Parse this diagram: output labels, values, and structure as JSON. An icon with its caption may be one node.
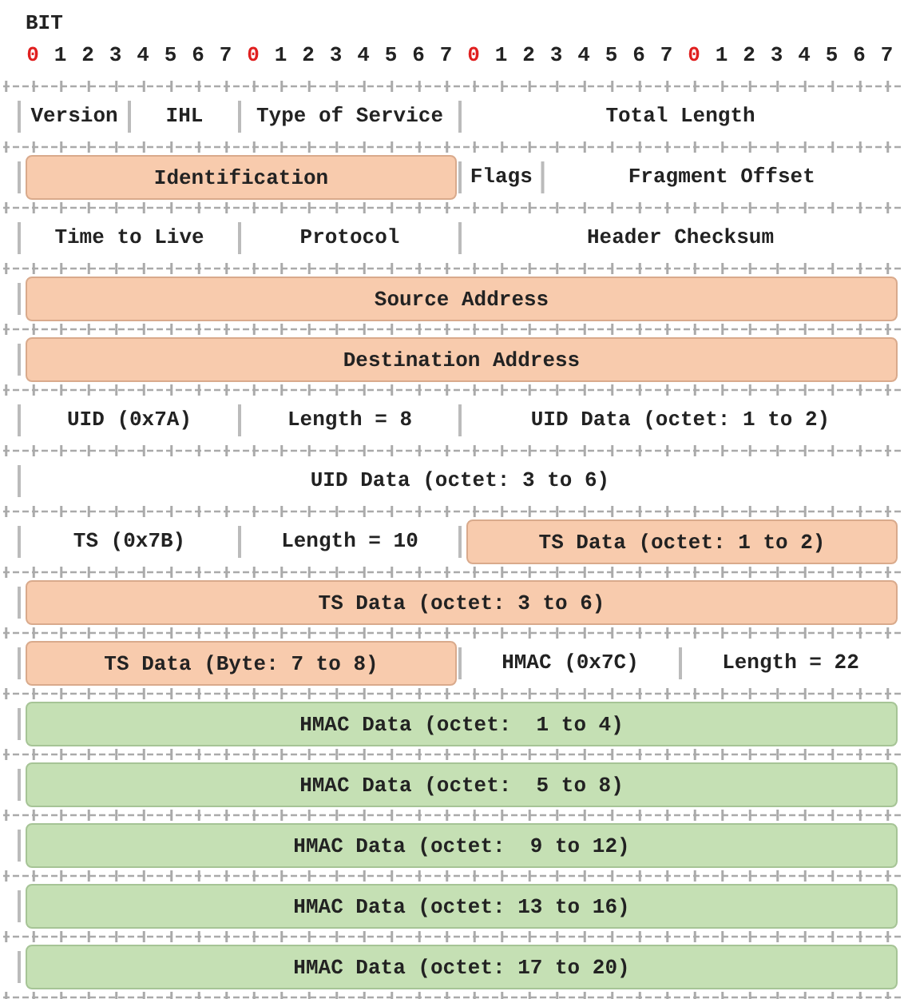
{
  "diagram": {
    "nodes": [
      {
        "text": [
          "Identification"
        ]
      },
      {
        "text": [
          "Source Address"
        ]
      },
      {
        "text": [
          "Destination Address"
        ]
      },
      {
        "text": [
          "TS Data (octet: 1 to 2)"
        ]
      },
      {
        "text": [
          "TS Data (octet: 3 to 6)"
        ]
      },
      {
        "text": [
          "TS Data (Byte: 7 to 8)"
        ]
      },
      {
        "text": [
          "HMAC Data (octet:  1 to 4)"
        ]
      },
      {
        "text": [
          "HMAC Data (octet:  5 to 8)"
        ]
      },
      {
        "text": [
          "HMAC Data (octet:  9 to 12)"
        ]
      },
      {
        "text": [
          "HMAC Data (octet: 13 to 16)"
        ]
      },
      {
        "text": [
          "HMAC Data (octet: 17 to 20)"
        ]
      }
    ],
    "labels": [
      "BIT",
      "0",
      "1",
      "2",
      "3",
      "4",
      "5",
      "6",
      "7",
      "0",
      "1",
      "2",
      "3",
      "4",
      "5",
      "6",
      "7",
      "0",
      "1",
      "2",
      "3",
      "4",
      "5",
      "6",
      "7",
      "0",
      "1",
      "2",
      "3",
      "4",
      "5",
      "6",
      "7",
      "Version",
      "IHL",
      "Type of Service",
      "Total Length",
      "Flags",
      "Fragment Offset",
      "Time to Live",
      "Protocol",
      "Header Checksum",
      "UID (0x7A)",
      "Length = 8",
      "UID Data (octet: 1 to 2)",
      "UID Data (octet: 3 to 6)",
      "TS (0x7B)",
      "Length = 10",
      "HMAC (0x7C)",
      "Length = 22"
    ]
  }
}
